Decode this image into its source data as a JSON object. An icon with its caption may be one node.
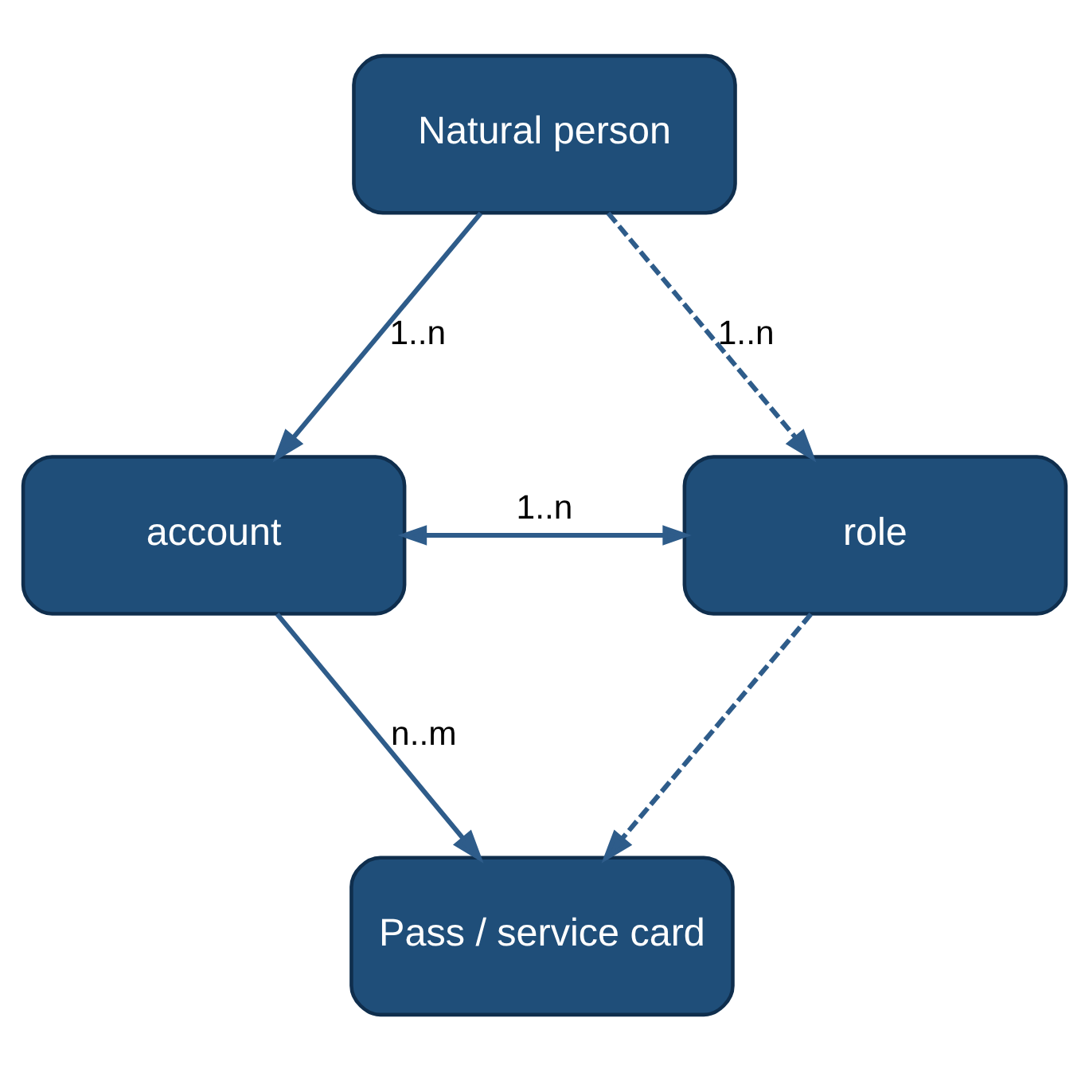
{
  "diagram": {
    "nodes": [
      {
        "text": [
          "Natural person"
        ]
      },
      {
        "text": [
          "account"
        ]
      },
      {
        "text": [
          "role"
        ]
      },
      {
        "text": [
          "Pass / service card"
        ]
      }
    ],
    "edges": [
      {
        "from": 0,
        "to": 1,
        "arrow": "to",
        "label": "1..n"
      },
      {
        "from": 0,
        "to": 2,
        "arrow": "to",
        "label": "1..n",
        "style": "dashed"
      },
      {
        "from": 1,
        "to": 2,
        "arrow": "both",
        "label": "1..n"
      },
      {
        "from": 1,
        "to": 3,
        "arrow": "to",
        "label": "n..m"
      },
      {
        "from": 2,
        "to": 3,
        "arrow": "to",
        "style": "dashed"
      }
    ]
  }
}
